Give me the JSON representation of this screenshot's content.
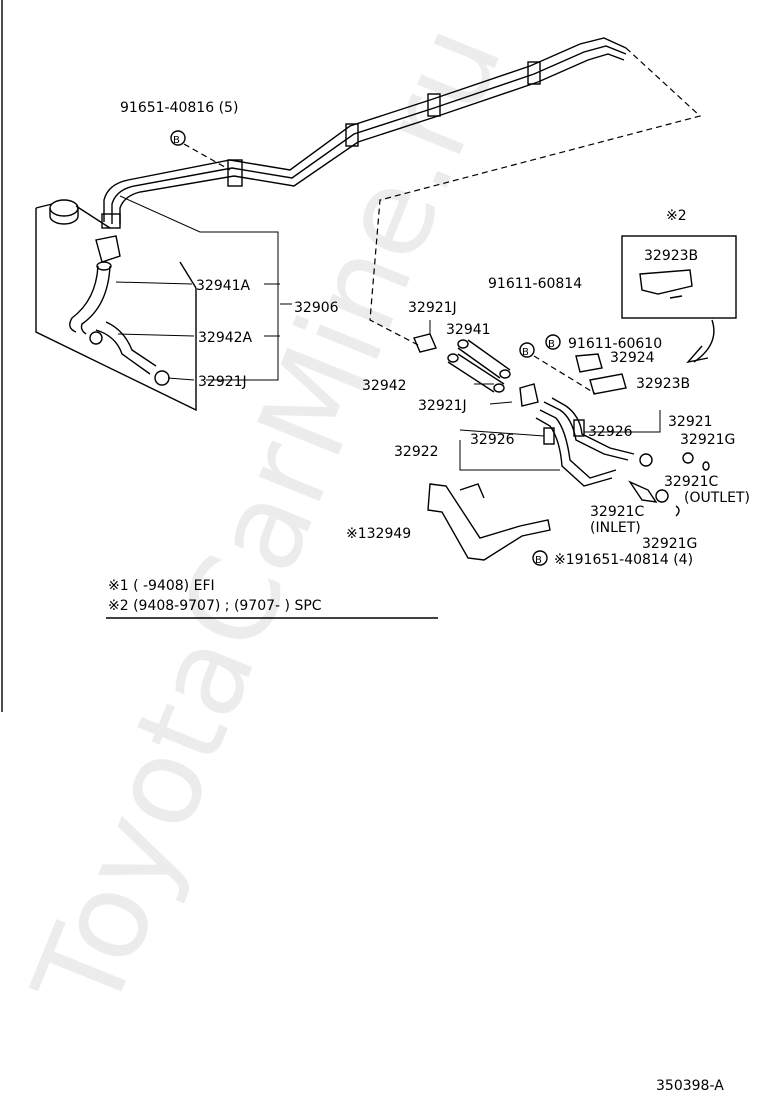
{
  "callouts": {
    "c1": "91651-40816 (5)",
    "c2": "32941A",
    "c3": "32906",
    "c4": "32942A",
    "c5": "32921J",
    "c6": "91611-60814",
    "c7": "32921J",
    "c8": "32941",
    "c9": "91611-60610",
    "c10": "32924",
    "c11": "32942",
    "c12": "32923B",
    "c13": "32921J",
    "c14": "32921",
    "c15": "32926",
    "c16": "32926",
    "c17": "32921G",
    "c18": "32922",
    "c19": "32921C",
    "c20": "(OUTLET)",
    "c21": "32921C",
    "c22": "(INLET)",
    "c23": "※132949",
    "c24": "32921G",
    "c25": "※191651-40814 (4)",
    "c26": "※2",
    "c27": "32923B"
  },
  "bolt_mark": "B",
  "notes": {
    "n1": "※1  (      -9408) EFI",
    "n2": "※2  (9408-9707) ; (9707-        ) SPC"
  },
  "figure_code": "350398-A",
  "watermark": "ToyotaCarMine.ru"
}
